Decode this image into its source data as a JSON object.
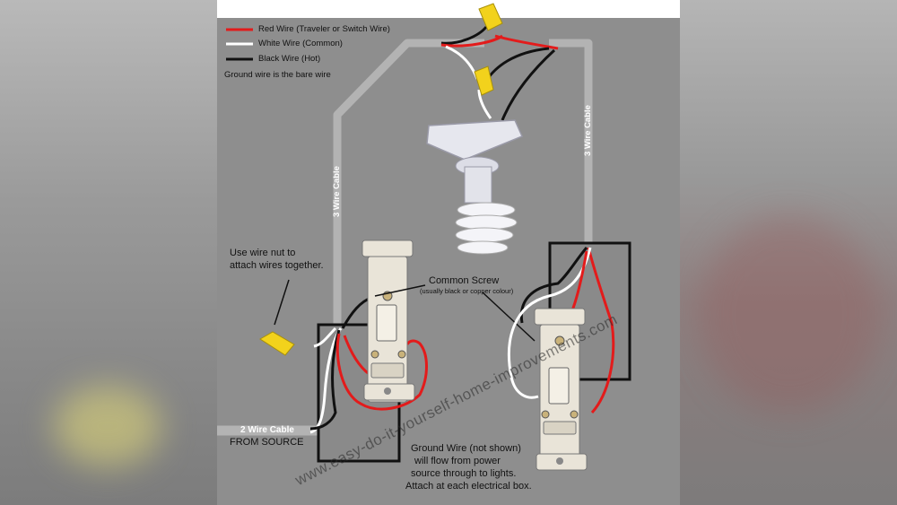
{
  "legend": {
    "red": {
      "label": "Red Wire (Traveler or Switch Wire)",
      "color": "#e31b1b"
    },
    "white": {
      "label": "White Wire (Common)",
      "color": "#ffffff"
    },
    "black": {
      "label": "Black Wire (Hot)",
      "color": "#111111"
    },
    "ground_note": "Ground wire is the bare wire"
  },
  "labels": {
    "cable_left": "3 Wire Cable",
    "cable_right": "3 Wire Cable",
    "wire_nut_line1": "Use wire nut to",
    "wire_nut_line2": "attach wires together.",
    "common_screw": "Common Screw",
    "common_screw_note": "(usually black or copper colour)",
    "two_wire_cable": "2 Wire Cable",
    "from_source": "FROM SOURCE",
    "ground_line1": "Ground Wire (not shown)",
    "ground_line2": "will flow from power",
    "ground_line3": "source through to lights.",
    "ground_line4": "Attach at each electrical box."
  },
  "watermark": "www.easy-do-it-yourself-home-improvements.com",
  "colors": {
    "panel": "#8e8e8e",
    "cable": "#b3b3b3",
    "wire_nut": "#f2d21c",
    "switch_body": "#e9e4d8",
    "box": "#111111"
  }
}
